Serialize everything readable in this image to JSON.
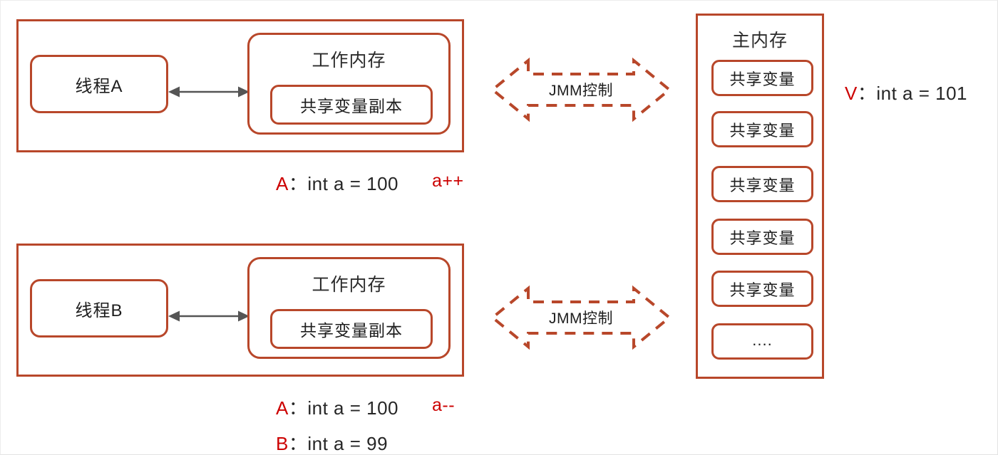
{
  "diagram": {
    "title_hint": "Java Memory Model (JMM) shared variable visibility",
    "accent_color": "#b8472a",
    "annotation_key_color": "#cc0000",
    "connector_color": "#555555"
  },
  "threads": [
    {
      "thread_label": "线程A",
      "working_memory_label": "工作内存",
      "copy_label": "共享变量副本",
      "connector": "double-headed-arrow",
      "annotations": [
        {
          "key": "A",
          "sep": "：",
          "text": "int a = 100"
        }
      ],
      "operation": "a++"
    },
    {
      "thread_label": "线程B",
      "working_memory_label": "工作内存",
      "copy_label": "共享变量副本",
      "connector": "double-headed-arrow",
      "annotations": [
        {
          "key": "A",
          "sep": "：",
          "text": "int a = 100"
        },
        {
          "key": "B",
          "sep": "：",
          "text": "int a = 99"
        }
      ],
      "operation": "a--"
    }
  ],
  "jmm_arrows": [
    {
      "label": "JMM控制"
    },
    {
      "label": "JMM控制"
    }
  ],
  "main_memory": {
    "title": "主内存",
    "items": [
      {
        "label": "共享变量"
      },
      {
        "label": "共享变量"
      },
      {
        "label": "共享变量"
      },
      {
        "label": "共享变量"
      },
      {
        "label": "共享变量"
      },
      {
        "label": "...."
      }
    ],
    "annotation": {
      "key": "V",
      "sep": "：",
      "text": "int a = 101"
    }
  }
}
